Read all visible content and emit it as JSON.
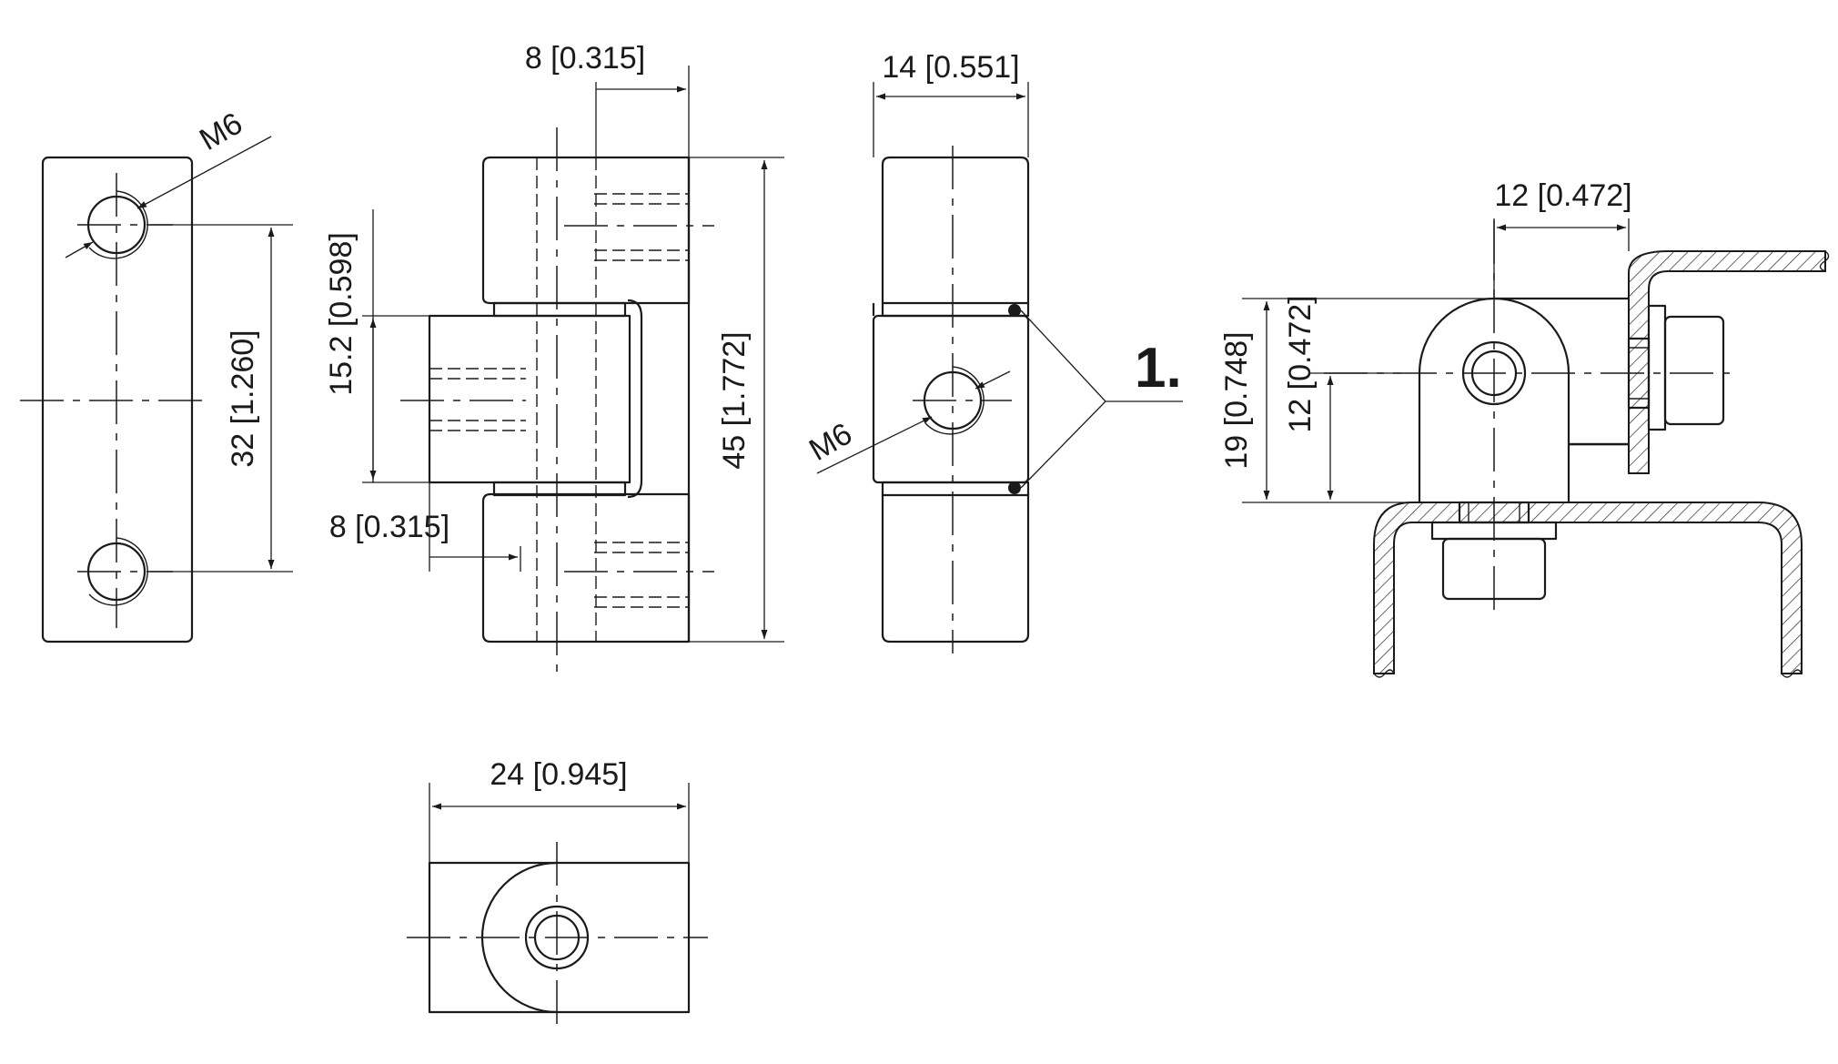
{
  "dimensions": {
    "m6_top": "M6",
    "hole_spacing": "32 [1.260]",
    "offset_top": "8 [0.315]",
    "knuckle_height": "15.2 [0.598]",
    "offset_bottom": "8 [0.315]",
    "overall_height": "45 [1.772]",
    "width_side": "14 [0.551]",
    "m6_side": "M6",
    "base_width": "24 [0.945]",
    "mount_width": "12 [0.472]",
    "mount_height": "19 [0.748]",
    "pivot_height": "12 [0.472]"
  },
  "callout": {
    "label": "1."
  }
}
